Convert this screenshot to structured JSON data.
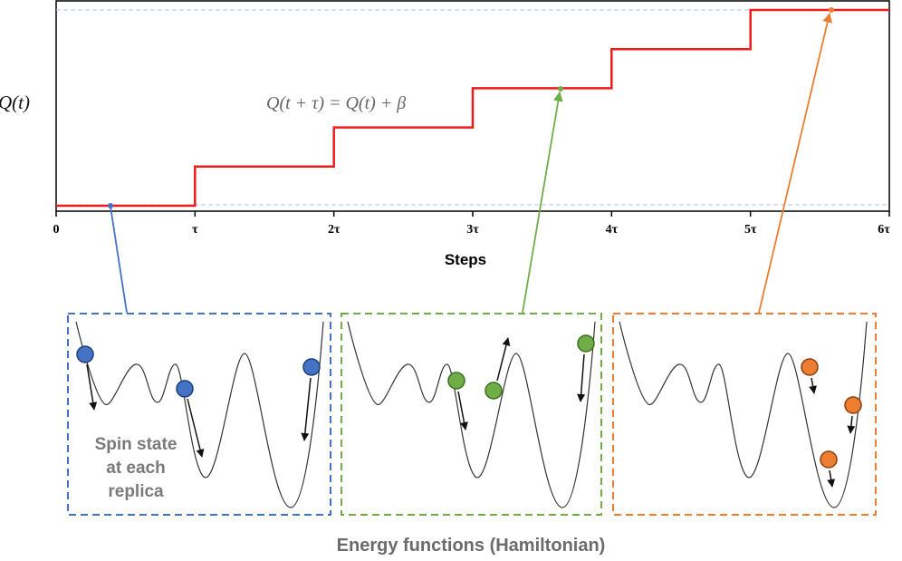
{
  "plot": {
    "ylabel": "Q(t)",
    "xlabel": "Steps",
    "equation": "Q(t + τ) = Q(t) + β",
    "x_ticks": [
      "0",
      "τ",
      "2τ",
      "3τ",
      "4τ",
      "5τ",
      "6τ"
    ]
  },
  "panels": {
    "blue_label": [
      "Spin state",
      "at each",
      "replica"
    ]
  },
  "footer": {
    "caption": "Energy functions (Hamiltonian)"
  },
  "colors": {
    "step_line": "#ee1c1c",
    "blue": "#4472c4",
    "green": "#70ad47",
    "orange": "#ed7d31",
    "guide": "#a9c4e4",
    "caption": "#6b6b6b"
  },
  "chart_data": {
    "type": "line",
    "x": [
      0,
      1,
      1,
      2,
      2,
      3,
      3,
      4,
      4,
      5,
      5,
      6
    ],
    "y": [
      0,
      0,
      1,
      1,
      2,
      2,
      3,
      3,
      4,
      4,
      5,
      5
    ],
    "xlabel": "Steps",
    "ylabel": "Q(t)",
    "grid": false
  }
}
